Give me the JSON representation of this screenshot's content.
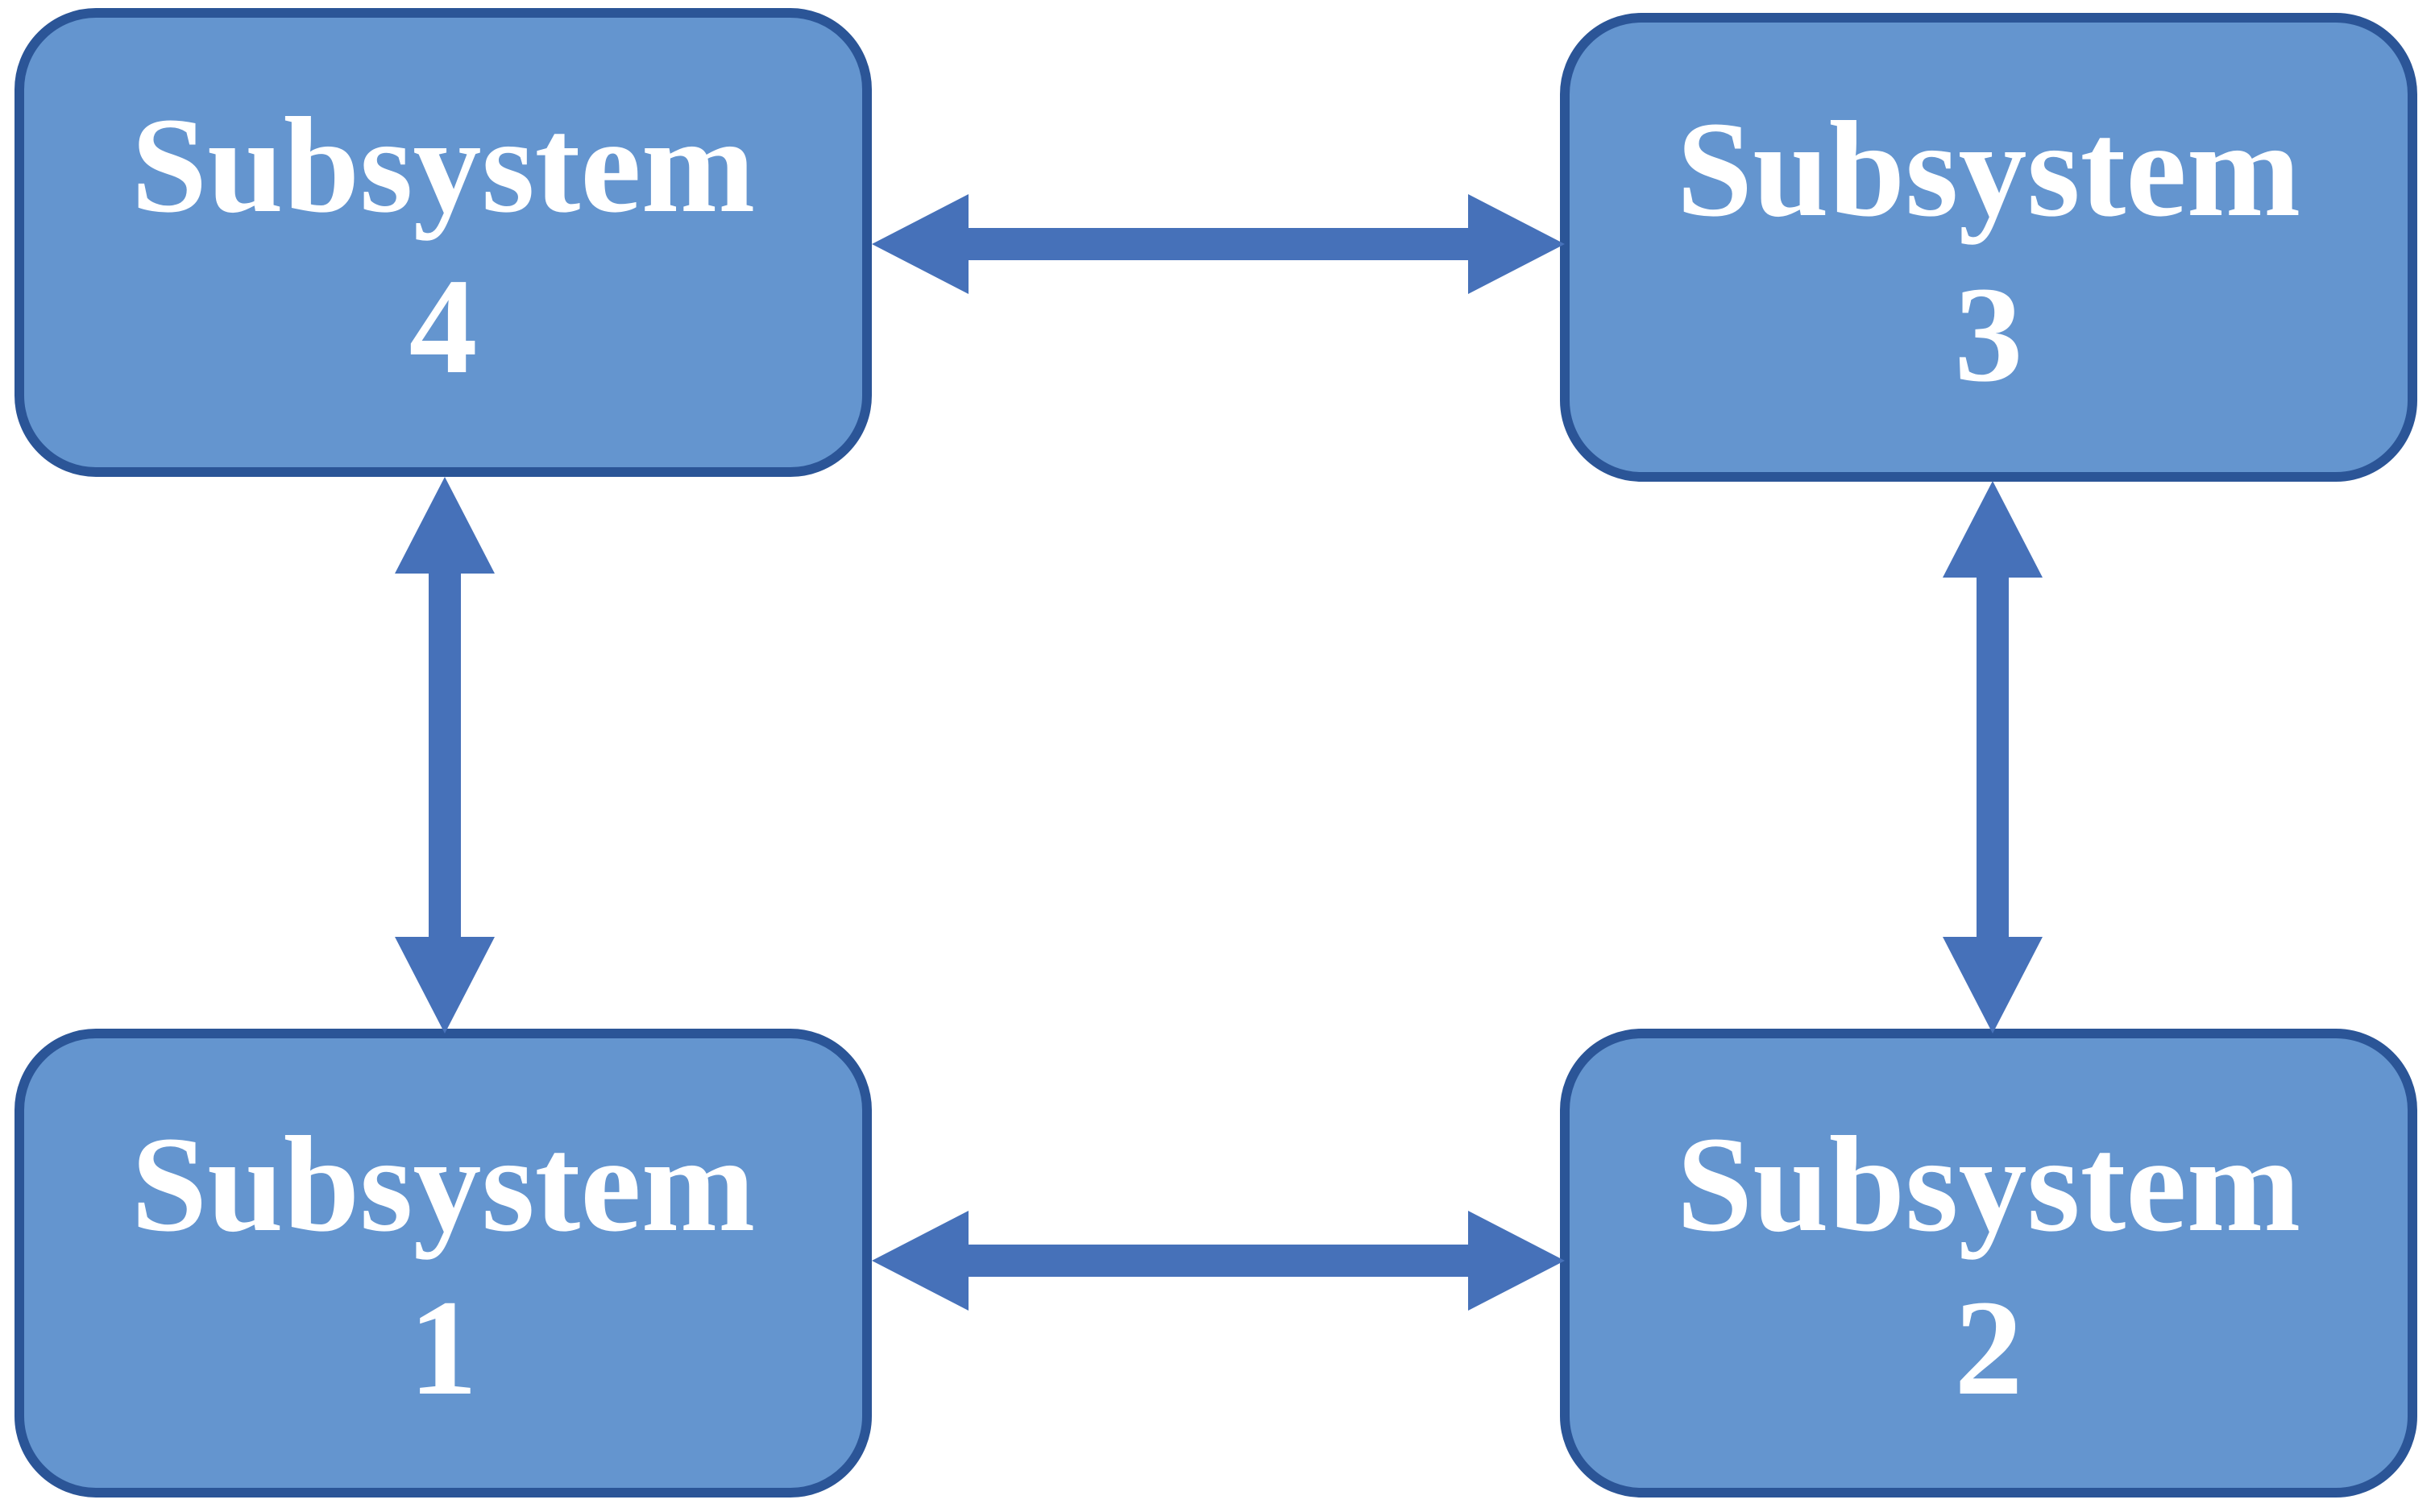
{
  "diagram": {
    "colors": {
      "box_fill": "#6495cf",
      "box_border": "#2b5597",
      "arrow": "#4671b9",
      "label": "#ffffff"
    },
    "boxes": [
      {
        "id": "subsystem-4",
        "line1": "Subsystem",
        "line2": "4"
      },
      {
        "id": "subsystem-3",
        "line1": "Subsystem",
        "line2": "3"
      },
      {
        "id": "subsystem-1",
        "line1": "Subsystem",
        "line2": "1"
      },
      {
        "id": "subsystem-2",
        "line1": "Subsystem",
        "line2": "2"
      }
    ],
    "connections": [
      {
        "from": "Subsystem 4",
        "to": "Subsystem 3",
        "direction": "bidirectional"
      },
      {
        "from": "Subsystem 4",
        "to": "Subsystem 1",
        "direction": "bidirectional"
      },
      {
        "from": "Subsystem 3",
        "to": "Subsystem 2",
        "direction": "bidirectional"
      },
      {
        "from": "Subsystem 1",
        "to": "Subsystem 2",
        "direction": "bidirectional"
      }
    ]
  }
}
